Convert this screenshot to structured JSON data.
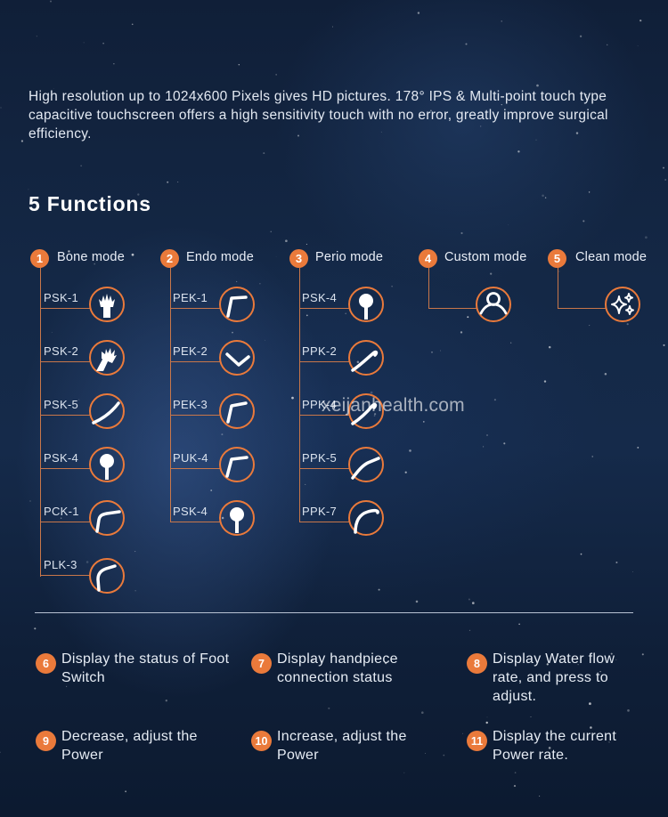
{
  "intro": "High resolution up to 1024x600 Pixels gives HD pictures. 178° IPS & Multi-point touch type capacitive touchscreen offers a high sensitivity touch with no error, greatly improve surgical efficiency.",
  "heading": "5 Functions",
  "accent_color": "#ea7a3b",
  "modes": [
    {
      "number": "1",
      "label": "Bone mode",
      "tips": [
        {
          "label": "PSK-1",
          "icon": "saw-tip-icon"
        },
        {
          "label": "PSK-2",
          "icon": "saw-tip-icon"
        },
        {
          "label": "PSK-5",
          "icon": "curved-tip-icon"
        },
        {
          "label": "PSK-4",
          "icon": "round-tip-icon"
        },
        {
          "label": "PCK-1",
          "icon": "bent-tip-icon"
        },
        {
          "label": "PLK-3",
          "icon": "hook-tip-icon"
        }
      ]
    },
    {
      "number": "2",
      "label": "Endo mode",
      "tips": [
        {
          "label": "PEK-1",
          "icon": "angled-file-icon"
        },
        {
          "label": "PEK-2",
          "icon": "angled-file-icon"
        },
        {
          "label": "PEK-3",
          "icon": "angled-file-icon"
        },
        {
          "label": "PUK-4",
          "icon": "angled-file-icon"
        },
        {
          "label": "PSK-4",
          "icon": "round-tip-icon"
        }
      ]
    },
    {
      "number": "3",
      "label": "Perio mode",
      "tips": [
        {
          "label": "PSK-4",
          "icon": "round-tip-icon"
        },
        {
          "label": "PPK-2",
          "icon": "scaler-tip-icon"
        },
        {
          "label": "PPK-4",
          "icon": "scaler-tip-icon"
        },
        {
          "label": "PPK-5",
          "icon": "scaler-tip-icon"
        },
        {
          "label": "PPK-7",
          "icon": "scaler-tip-icon"
        }
      ]
    },
    {
      "number": "4",
      "label": "Custom mode",
      "icon": "user-icon"
    },
    {
      "number": "5",
      "label": "Clean mode",
      "icon": "sparkle-icon"
    }
  ],
  "features": [
    {
      "number": "6",
      "text": "Display the status of Foot Switch"
    },
    {
      "number": "7",
      "text": "Display handpiece connection status"
    },
    {
      "number": "8",
      "text": "Display Water flow rate, and press to adjust."
    },
    {
      "number": "9",
      "text": "Decrease, adjust the Power"
    },
    {
      "number": "10",
      "text": "Increase, adjust the Power"
    },
    {
      "number": "11",
      "text": "Display the current Power rate."
    }
  ],
  "watermark": "xeijanhealth.com"
}
